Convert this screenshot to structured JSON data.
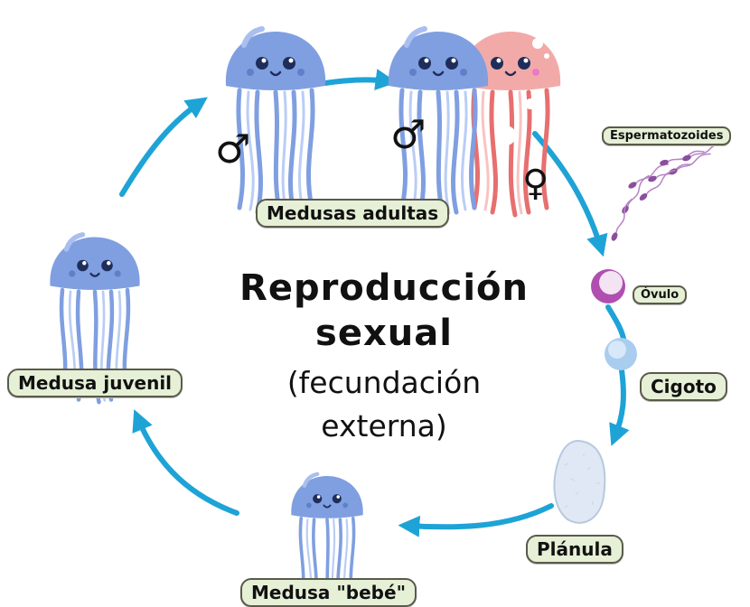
{
  "title": {
    "line1": "Reproducción",
    "line2": "sexual",
    "line3": "(fecundación",
    "line4": "externa)"
  },
  "labels": {
    "adults": "Medusas adultas",
    "sperm": "Espermatozoides",
    "egg": "Óvulo",
    "zygote": "Cigoto",
    "planula": "Plánula",
    "baby": "Medusa \"bebé\"",
    "juvenile": "Medusa juvenil"
  },
  "symbols": {
    "male": "♂",
    "female": "♀"
  },
  "colors": {
    "arrow": "#1ea3d6",
    "jelly_blue": "#7f9fe0",
    "jelly_pink": "#f2aaa8",
    "tentacle_pink": "#e76f6f",
    "label_bg": "#e6f0d6",
    "egg_purple": "#b04fb0",
    "zygote_blue": "#a9cdef",
    "sperm_purple": "#8a4f9e"
  }
}
